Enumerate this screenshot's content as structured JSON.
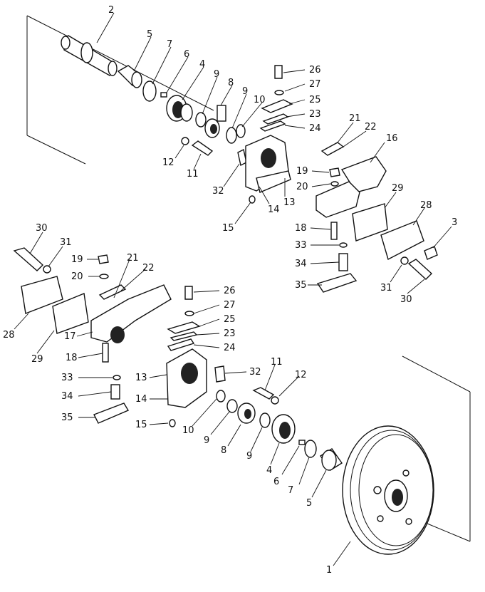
{
  "figure": {
    "callout_numbers": [
      "1",
      "2",
      "3",
      "4",
      "5",
      "6",
      "7",
      "8",
      "9",
      "10",
      "11",
      "12",
      "13",
      "14",
      "15",
      "16",
      "17",
      "18",
      "19",
      "20",
      "21",
      "22",
      "23",
      "24",
      "25",
      "26",
      "27",
      "28",
      "29",
      "30",
      "31",
      "32",
      "33",
      "34",
      "35"
    ]
  },
  "callouts": {
    "top": {
      "c2": "2",
      "c5": "5",
      "c7": "7",
      "c6": "6",
      "c4": "4",
      "c9a": "9",
      "c8": "8",
      "c9b": "9",
      "c10": "10",
      "c12": "12",
      "c11": "11",
      "c32": "32",
      "c26": "26",
      "c27": "27",
      "c25": "25",
      "c23": "23",
      "c24": "24",
      "c21": "21",
      "c22": "22",
      "c16": "16",
      "c19": "19",
      "c20": "20",
      "c14": "14",
      "c13": "13",
      "c15": "15",
      "c29": "29",
      "c28": "28",
      "c3": "3",
      "c18": "18",
      "c33": "33",
      "c34": "34",
      "c35": "35",
      "c31": "31",
      "c30": "30"
    },
    "bottom": {
      "c30": "30",
      "c31": "31",
      "c19": "19",
      "c21": "21",
      "c22": "22",
      "c20": "20",
      "c26": "26",
      "c27": "27",
      "c25": "25",
      "c23": "23",
      "c24": "24",
      "c28": "28",
      "c17": "17",
      "c29": "29",
      "c18": "18",
      "c33": "33",
      "c34": "34",
      "c35": "35",
      "c13": "13",
      "c14": "14",
      "c15": "15",
      "c32": "32",
      "c11": "11",
      "c12": "12",
      "c10": "10",
      "c9a": "9",
      "c8": "8",
      "c9b": "9",
      "c4": "4",
      "c6": "6",
      "c7": "7",
      "c5": "5",
      "c1": "1"
    }
  }
}
